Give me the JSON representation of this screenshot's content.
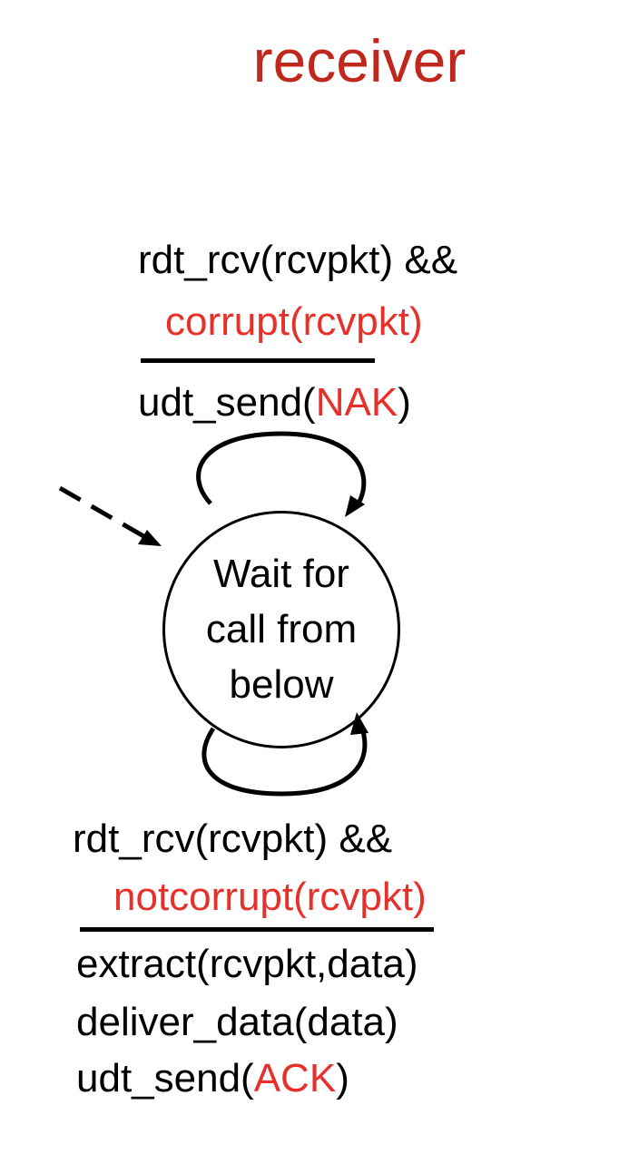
{
  "title": "receiver",
  "state": {
    "lines": [
      "Wait for",
      "call from",
      "below"
    ]
  },
  "top_transition": {
    "event_line1": "rdt_rcv(rcvpkt) &&",
    "event_line2": "corrupt(rcvpkt)",
    "action_prefix": "udt_send(",
    "action_arg": "NAK",
    "action_suffix": ")"
  },
  "bottom_transition": {
    "event_line1": "rdt_rcv(rcvpkt) &&",
    "event_line2": "notcorrupt(rcvpkt)",
    "action_line1": "extract(rcvpkt,data)",
    "action_line2": "deliver_data(data)",
    "action_line3_prefix": "udt_send(",
    "action_line3_arg": "ACK",
    "action_line3_suffix": ")"
  },
  "colors": {
    "title": "#c0271d",
    "highlight": "#e8302a",
    "ink": "#000000"
  }
}
